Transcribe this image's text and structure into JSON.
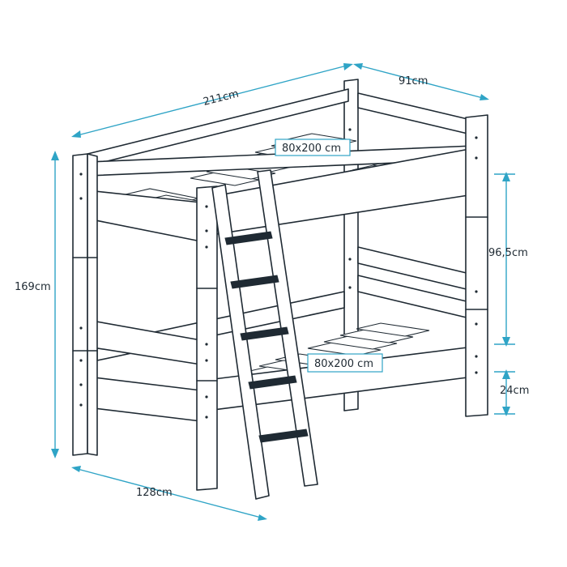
{
  "dimensions": {
    "length": "211cm",
    "width_top": "91cm",
    "total_height": "169cm",
    "upper_clearance": "96,5cm",
    "bottom_gap": "24cm",
    "footprint_length": "128cm",
    "mattress_upper": "80x200 cm",
    "mattress_lower": "80x200 cm"
  },
  "colors": {
    "line": "#1f2a33",
    "dimension": "#2fa4c6",
    "background": "#ffffff"
  }
}
